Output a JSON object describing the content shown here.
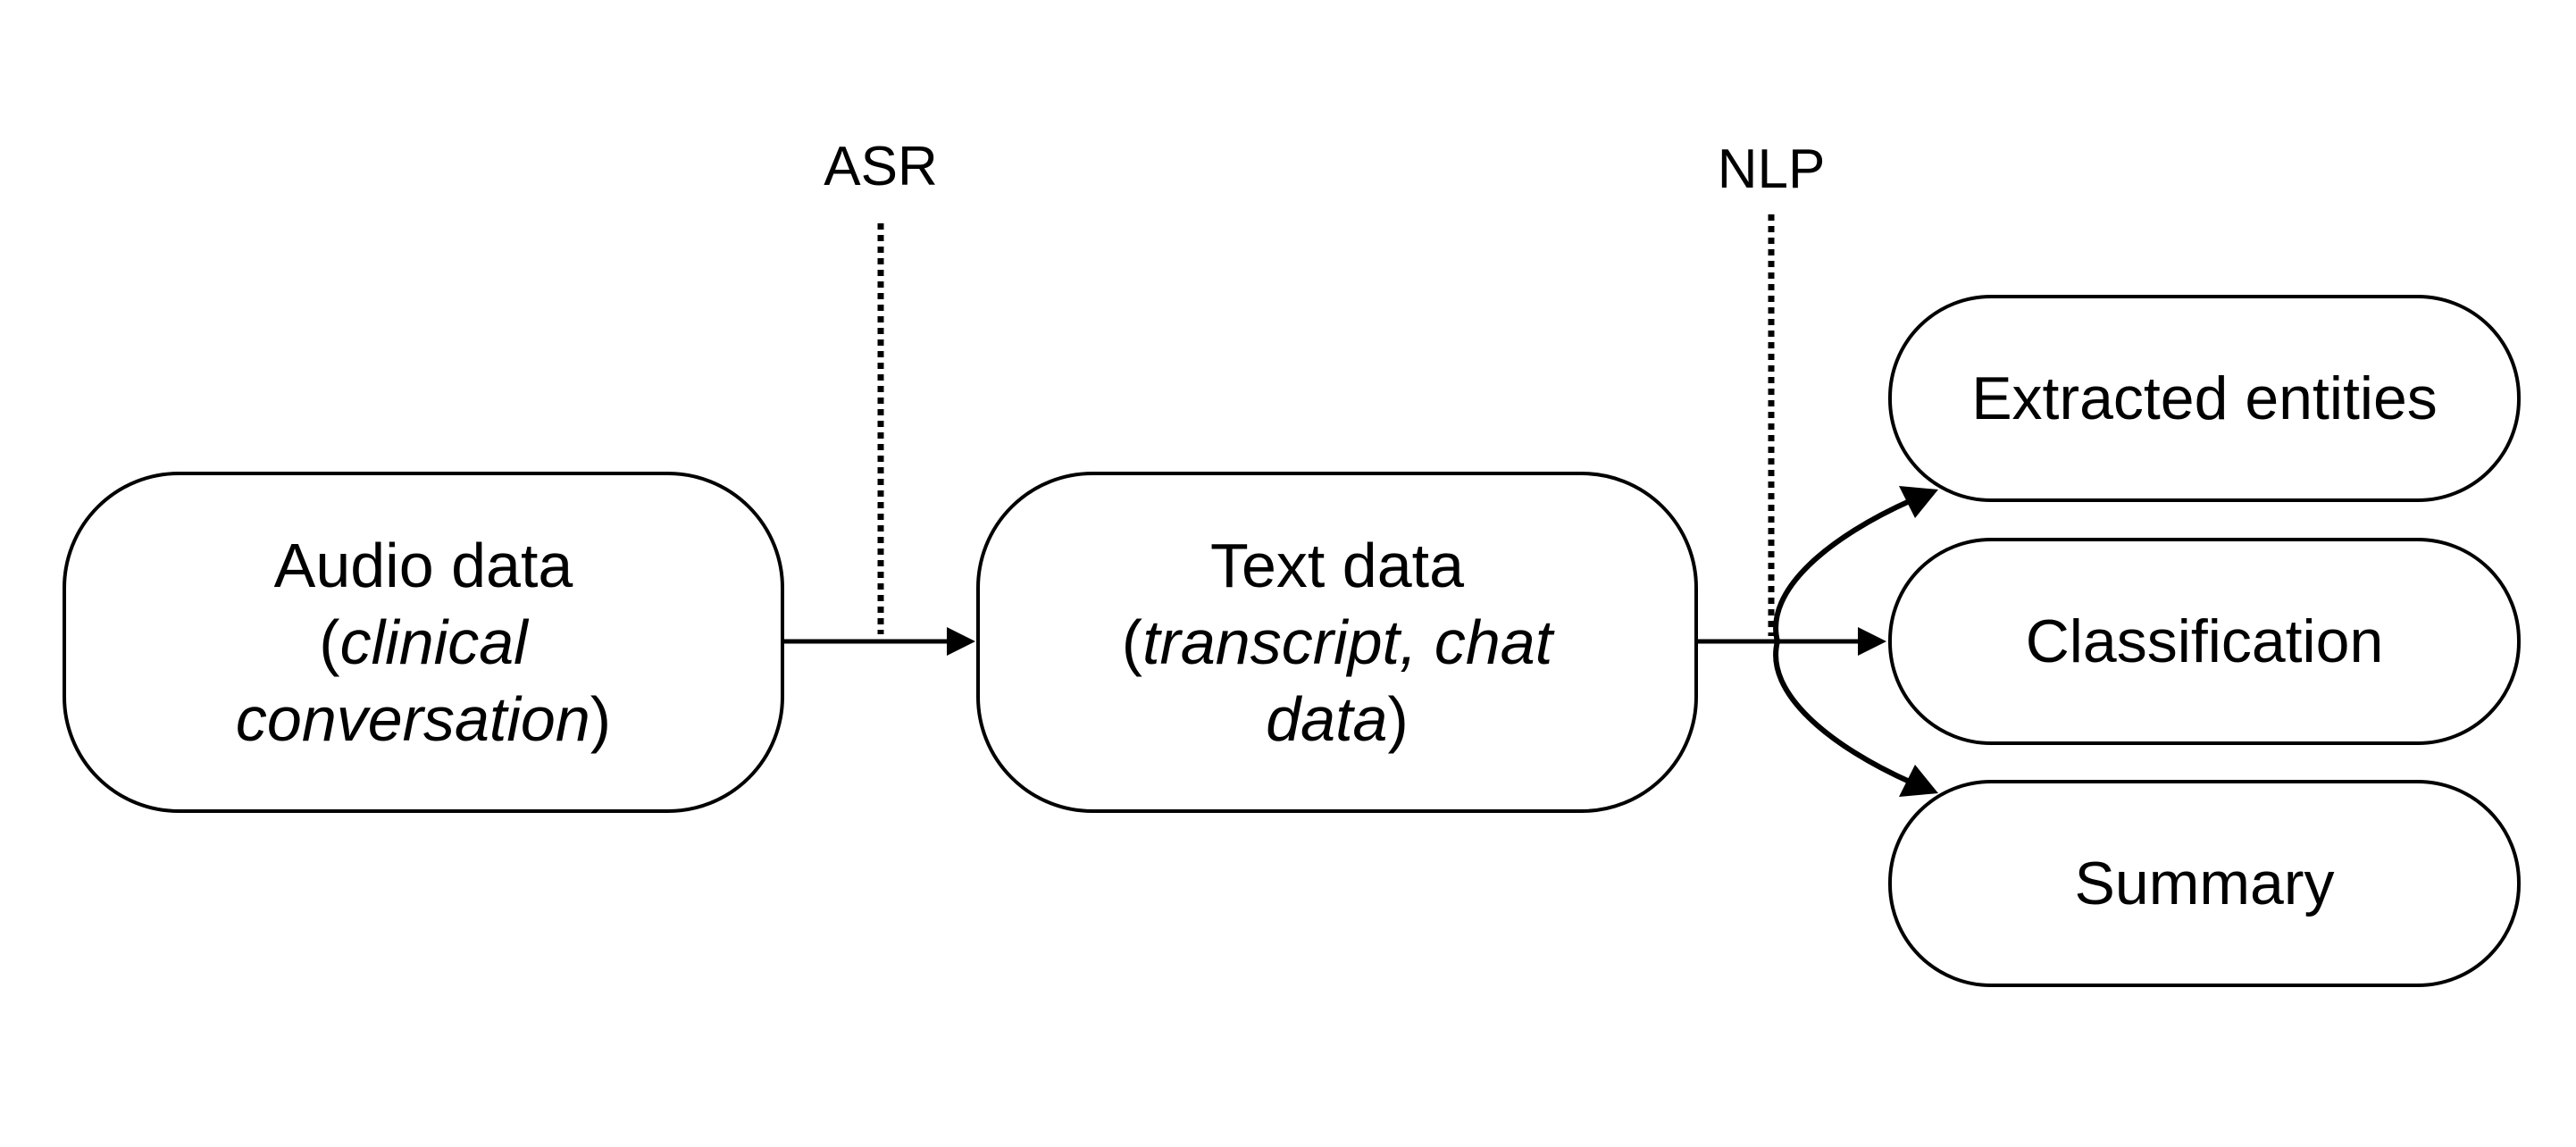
{
  "nodes": {
    "audio": {
      "title": "Audio data",
      "detail_open": "(",
      "detail_italic": "clinical conversation",
      "detail_close": ")"
    },
    "text": {
      "title": "Text data",
      "detail_open": "(",
      "detail_italic": "transcript, chat data",
      "detail_close": ")"
    },
    "outputs": [
      {
        "label": "Extracted entities"
      },
      {
        "label": "Classification"
      },
      {
        "label": "Summary"
      }
    ]
  },
  "stages": {
    "asr": "ASR",
    "nlp": "NLP"
  }
}
